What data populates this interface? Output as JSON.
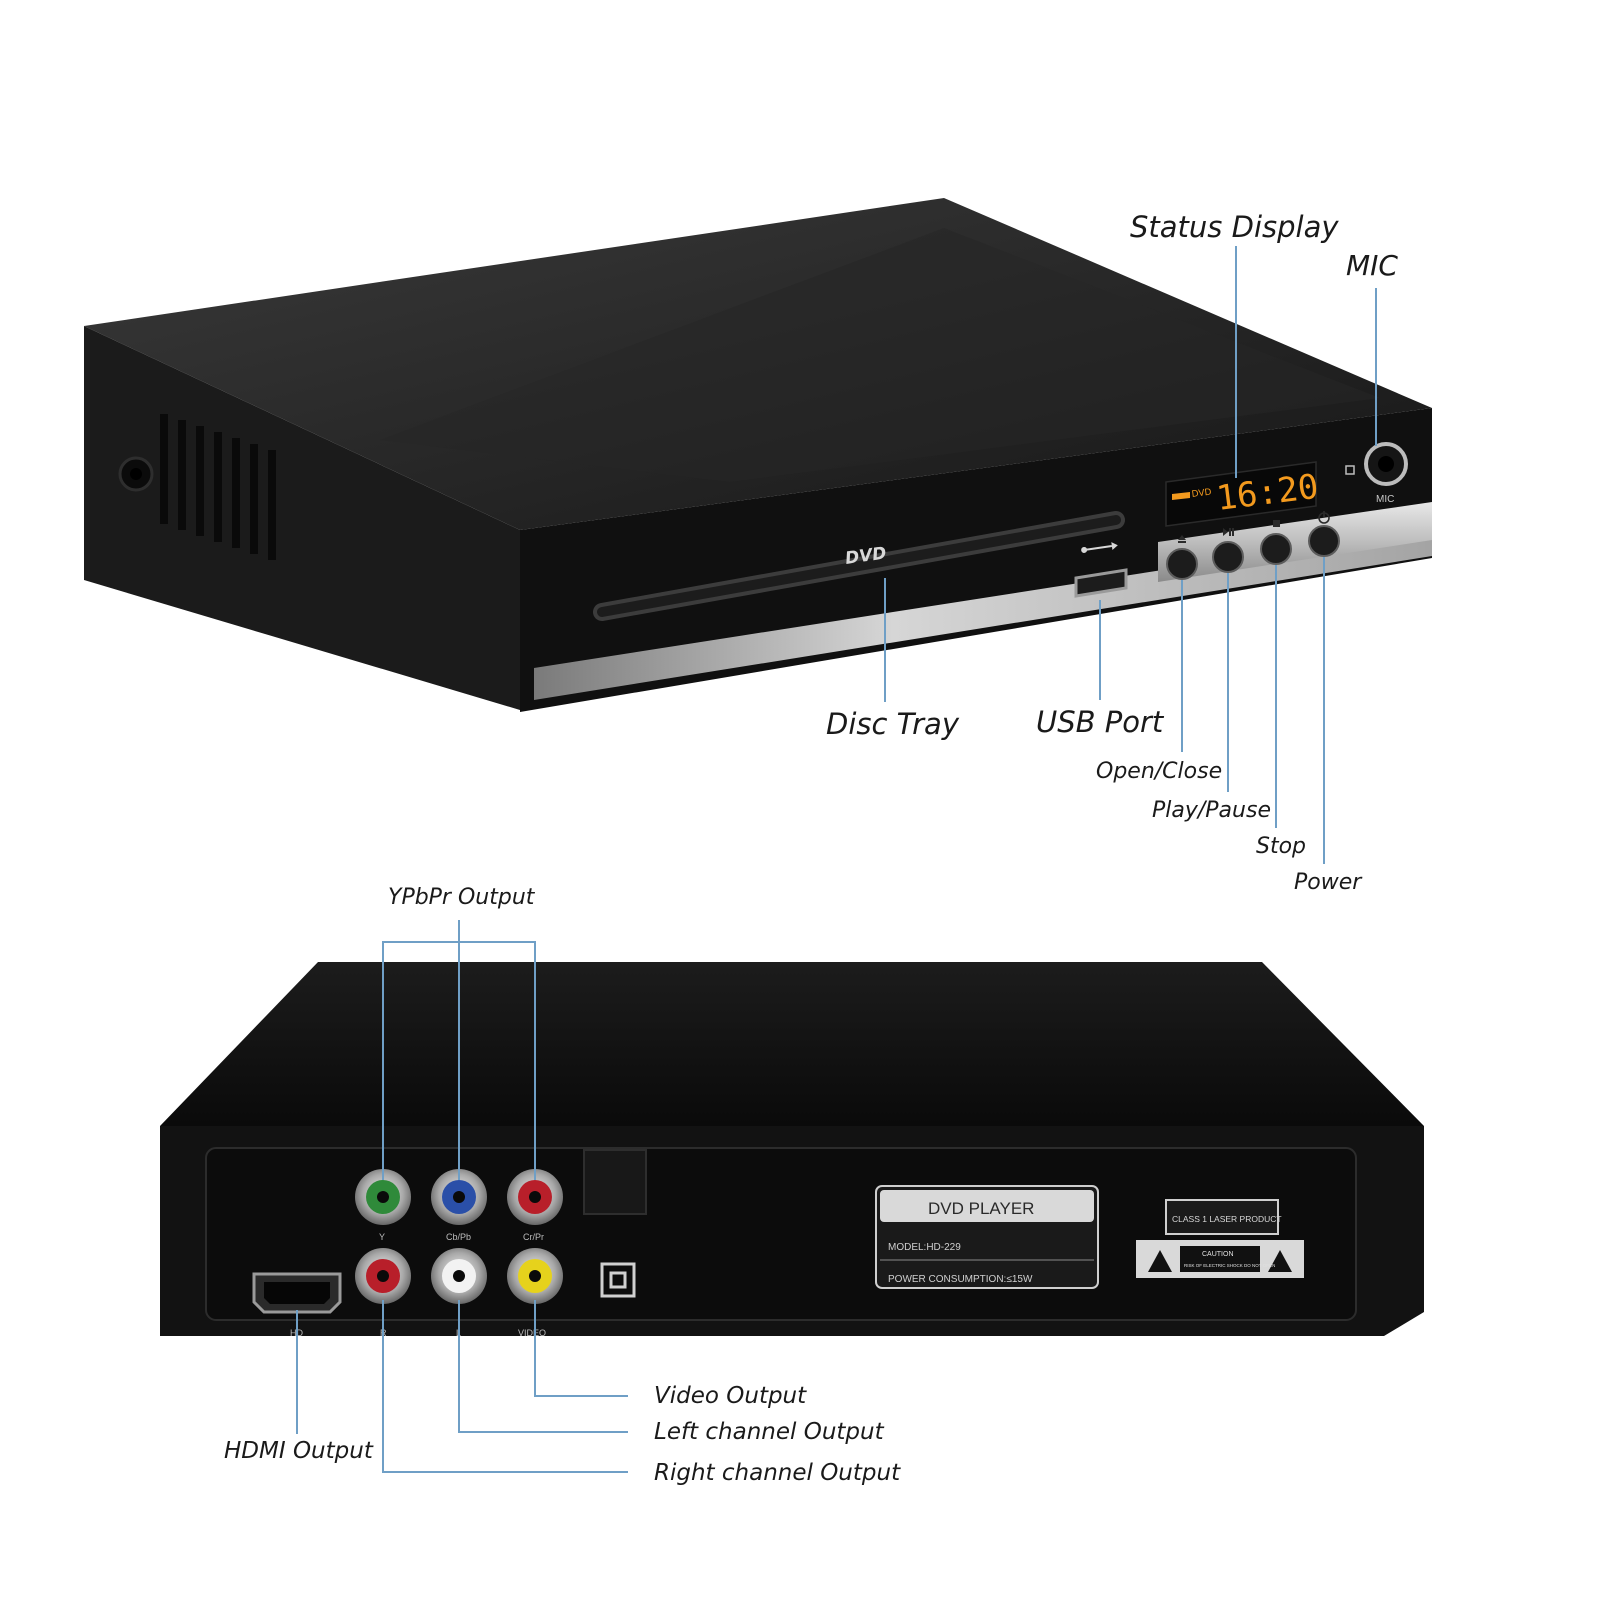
{
  "front": {
    "display_tag": "DVD",
    "display_time": "16:20",
    "brand_logo": "DVD",
    "mic_label": "MIC"
  },
  "front_callouts": {
    "status_display": "Status Display",
    "mic": "MIC",
    "disc_tray": "Disc Tray",
    "usb_port": "USB Port",
    "open_close": "Open/Close",
    "play_pause": "Play/Pause",
    "stop": "Stop",
    "power": "Power"
  },
  "rear": {
    "jack_labels": {
      "y": "Y",
      "cb": "Cb/Pb",
      "cr": "Cr/Pr",
      "hd": "HD",
      "r": "R",
      "l": "L",
      "video": "VIDEO"
    },
    "plate_title": "DVD PLAYER",
    "plate_model": "MODEL:HD-229",
    "plate_power": "POWER CONSUMPTION:≤15W",
    "class_label": "CLASS 1 LASER PRODUCT",
    "caution_title": "CAUTION",
    "caution_text": "RISK OF ELECTRIC SHOCK DO NOT OPEN"
  },
  "rear_callouts": {
    "ypbpr": "YPbPr Output",
    "video_output": "Video Output",
    "left_output": "Left channel Output",
    "right_output": "Right channel Output",
    "hdmi_output": "HDMI Output"
  },
  "colors": {
    "leader": "#6f9fc6",
    "jack_green": "#2f8a3a",
    "jack_blue": "#2a4fa8",
    "jack_red": "#b81f2a",
    "jack_white": "#f2f2f2",
    "jack_yellow": "#e6d21c",
    "lcd": "#f39a1e"
  }
}
